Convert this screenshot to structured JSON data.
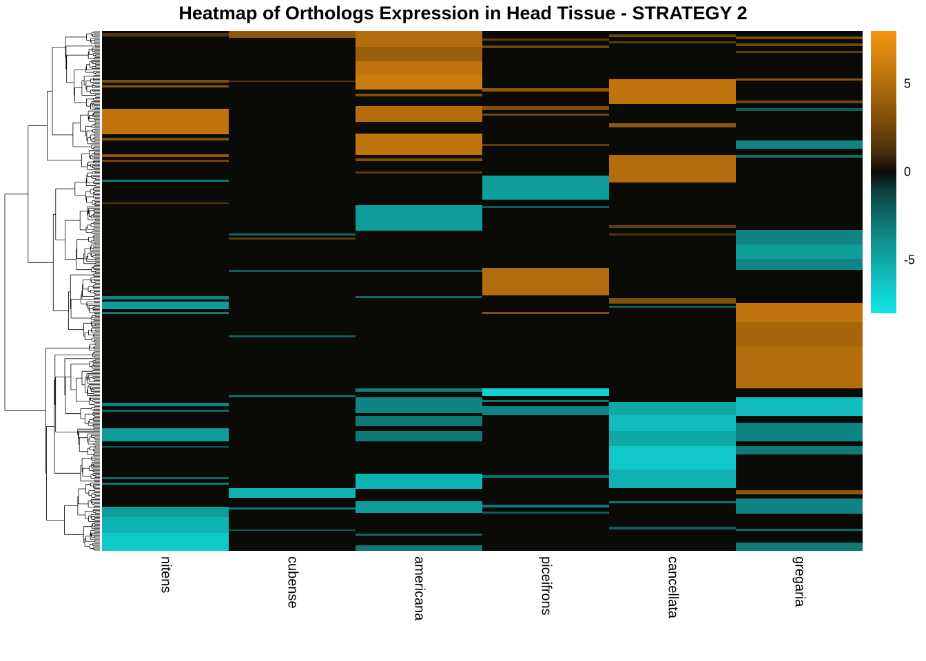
{
  "chart_data": {
    "type": "heatmap",
    "title": "Heatmap of Orthologs Expression in Head Tissue - STRATEGY 2",
    "columns": [
      "nitens",
      "cubense",
      "americana",
      "piceifrons",
      "cancellata",
      "gregaria"
    ],
    "value_range": [
      -8,
      8
    ],
    "colorbar_ticks": [
      5,
      0,
      -5
    ],
    "palette": {
      "positive": "#F5940F",
      "zero": "#0A0A07",
      "negative": "#12E6E6"
    },
    "background_value": 0,
    "bands": {
      "nitens": [
        [
          0.004,
          0.01,
          1.5
        ],
        [
          0.094,
          0.099,
          3.0
        ],
        [
          0.104,
          0.109,
          3.5
        ],
        [
          0.15,
          0.199,
          5.5
        ],
        [
          0.205,
          0.211,
          3.0
        ],
        [
          0.237,
          0.242,
          3.5
        ],
        [
          0.248,
          0.252,
          2.5
        ],
        [
          0.286,
          0.29,
          -3.0
        ],
        [
          0.33,
          0.333,
          1.5
        ],
        [
          0.51,
          0.516,
          -3.5
        ],
        [
          0.52,
          0.535,
          -4.5
        ],
        [
          0.54,
          0.544,
          -3.0
        ],
        [
          0.715,
          0.722,
          -3.5
        ],
        [
          0.729,
          0.733,
          -2.5
        ],
        [
          0.764,
          0.789,
          -4.5
        ],
        [
          0.799,
          0.802,
          -2.0
        ],
        [
          0.858,
          0.862,
          -2.5
        ],
        [
          0.869,
          0.873,
          -3.0
        ],
        [
          0.915,
          0.935,
          -4.5
        ],
        [
          0.935,
          0.965,
          -5.5
        ],
        [
          0.965,
          1.0,
          -6.5
        ]
      ],
      "cubense": [
        [
          0.0,
          0.013,
          3.5
        ],
        [
          0.095,
          0.098,
          1.5
        ],
        [
          0.389,
          0.393,
          -2.5
        ],
        [
          0.398,
          0.401,
          2.0
        ],
        [
          0.459,
          0.463,
          -2.0
        ],
        [
          0.585,
          0.589,
          -2.0
        ],
        [
          0.7,
          0.704,
          -2.5
        ],
        [
          0.88,
          0.898,
          -5.5
        ],
        [
          0.916,
          0.92,
          -3.0
        ],
        [
          0.959,
          0.962,
          -2.0
        ]
      ],
      "americana": [
        [
          0.0,
          0.03,
          5.0
        ],
        [
          0.03,
          0.058,
          4.0
        ],
        [
          0.058,
          0.085,
          5.5
        ],
        [
          0.085,
          0.113,
          6.0
        ],
        [
          0.12,
          0.126,
          3.0
        ],
        [
          0.145,
          0.175,
          5.0
        ],
        [
          0.198,
          0.238,
          5.5
        ],
        [
          0.245,
          0.25,
          3.0
        ],
        [
          0.27,
          0.274,
          2.0
        ],
        [
          0.335,
          0.384,
          -4.5
        ],
        [
          0.46,
          0.464,
          -2.0
        ],
        [
          0.51,
          0.514,
          -2.5
        ],
        [
          0.687,
          0.694,
          -3.0
        ],
        [
          0.705,
          0.735,
          -3.5
        ],
        [
          0.74,
          0.76,
          -3.0
        ],
        [
          0.77,
          0.789,
          -3.0
        ],
        [
          0.852,
          0.881,
          -5.5
        ],
        [
          0.905,
          0.927,
          -4.5
        ],
        [
          0.967,
          0.971,
          -2.5
        ],
        [
          0.99,
          1.0,
          -3.0
        ]
      ],
      "piceifrons": [
        [
          0.014,
          0.019,
          2.0
        ],
        [
          0.028,
          0.033,
          2.5
        ],
        [
          0.11,
          0.116,
          3.5
        ],
        [
          0.145,
          0.152,
          3.0
        ],
        [
          0.159,
          0.163,
          2.5
        ],
        [
          0.217,
          0.221,
          2.0
        ],
        [
          0.278,
          0.324,
          -4.5
        ],
        [
          0.337,
          0.341,
          -2.0
        ],
        [
          0.455,
          0.509,
          5.0
        ],
        [
          0.54,
          0.545,
          3.0
        ],
        [
          0.688,
          0.702,
          -7.0
        ],
        [
          0.71,
          0.714,
          -3.0
        ],
        [
          0.722,
          0.739,
          -3.5
        ],
        [
          0.854,
          0.859,
          -2.5
        ],
        [
          0.911,
          0.917,
          -3.0
        ],
        [
          0.925,
          0.929,
          -2.0
        ]
      ],
      "cancellata": [
        [
          0.007,
          0.012,
          2.5
        ],
        [
          0.02,
          0.024,
          2.0
        ],
        [
          0.093,
          0.14,
          5.5
        ],
        [
          0.177,
          0.185,
          3.5
        ],
        [
          0.238,
          0.291,
          5.0
        ],
        [
          0.374,
          0.379,
          2.0
        ],
        [
          0.39,
          0.393,
          1.5
        ],
        [
          0.514,
          0.524,
          3.0
        ],
        [
          0.528,
          0.532,
          -2.0
        ],
        [
          0.714,
          0.739,
          -5.0
        ],
        [
          0.739,
          0.769,
          -6.0
        ],
        [
          0.769,
          0.799,
          -5.0
        ],
        [
          0.799,
          0.844,
          -6.5
        ],
        [
          0.844,
          0.879,
          -5.5
        ],
        [
          0.904,
          0.909,
          -3.0
        ],
        [
          0.954,
          0.959,
          -2.0
        ]
      ],
      "gregaria": [
        [
          0.011,
          0.016,
          3.0
        ],
        [
          0.024,
          0.029,
          2.5
        ],
        [
          0.039,
          0.043,
          2.0
        ],
        [
          0.091,
          0.096,
          3.5
        ],
        [
          0.134,
          0.139,
          2.5
        ],
        [
          0.149,
          0.154,
          -2.0
        ],
        [
          0.21,
          0.227,
          -3.5
        ],
        [
          0.239,
          0.244,
          -2.5
        ],
        [
          0.383,
          0.41,
          -3.5
        ],
        [
          0.41,
          0.438,
          -4.5
        ],
        [
          0.438,
          0.459,
          -3.5
        ],
        [
          0.523,
          0.56,
          5.5
        ],
        [
          0.56,
          0.608,
          4.5
        ],
        [
          0.608,
          0.687,
          5.0
        ],
        [
          0.705,
          0.741,
          -6.0
        ],
        [
          0.754,
          0.789,
          -3.5
        ],
        [
          0.799,
          0.814,
          -3.0
        ],
        [
          0.884,
          0.891,
          3.5
        ],
        [
          0.899,
          0.929,
          -3.5
        ],
        [
          0.957,
          0.962,
          -2.5
        ],
        [
          0.984,
          1.0,
          -3.0
        ]
      ]
    },
    "dendrogram": {
      "side": "left",
      "leaves": 380,
      "seed": 42
    },
    "layout": {
      "legend_position": "right",
      "grid": false
    }
  }
}
